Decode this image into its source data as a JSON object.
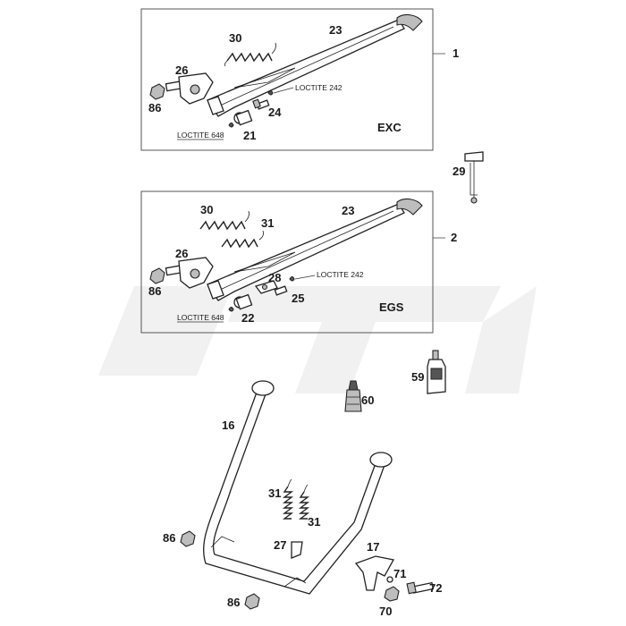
{
  "panels": {
    "exc": {
      "callout": "1",
      "variant": "EXC",
      "labels": {
        "p30": "30",
        "p23": "23",
        "p26": "26",
        "p86": "86",
        "p24": "24",
        "p21": "21"
      },
      "loctite_a": "LOCTITE 242",
      "loctite_b": "LOCTITE 648"
    },
    "egs": {
      "callout": "2",
      "variant": "EGS",
      "labels": {
        "p30": "30",
        "p31": "31",
        "p23": "23",
        "p26": "26",
        "p86": "86",
        "p28": "28",
        "p25": "25",
        "p22": "22"
      },
      "loctite_a": "LOCTITE 242",
      "loctite_b": "LOCTITE 648"
    }
  },
  "loose_parts": {
    "p29": "29",
    "p59": "59",
    "p60": "60"
  },
  "center_stand": {
    "p16": "16",
    "p31a": "31",
    "p31b": "31",
    "p27": "27",
    "p86a": "86",
    "p86b": "86",
    "p17": "17",
    "p71": "71",
    "p72": "72",
    "p70": "70"
  }
}
